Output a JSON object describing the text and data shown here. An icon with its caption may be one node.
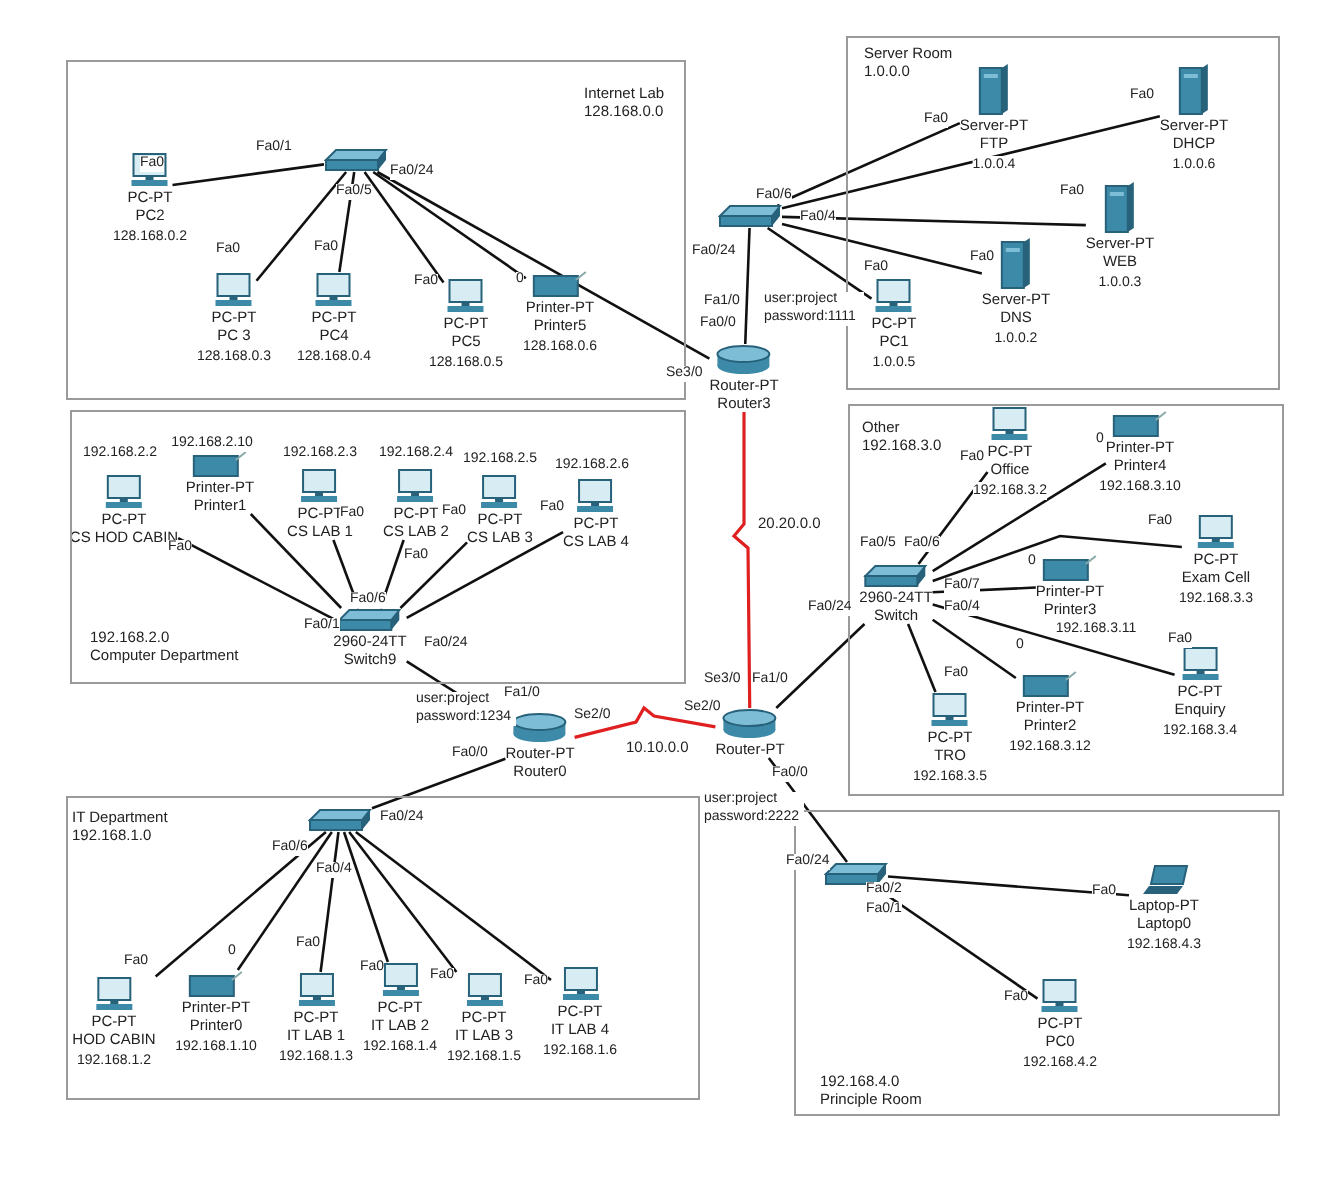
{
  "diagram": {
    "nodes": [
      {
        "text": [
          "Internet Lab",
          "128.168.0.0"
        ]
      },
      {
        "text": [
          "Server Room",
          "1.0.0.0"
        ]
      },
      {
        "text": [
          "192.168.2.0",
          "Computer Department"
        ]
      },
      {
        "text": [
          "Other",
          "192.168.3.0"
        ]
      },
      {
        "text": [
          "IT Department",
          "192.168.1.0"
        ]
      },
      {
        "text": [
          "192.168.4.0",
          "Principle Room"
        ]
      },
      {
        "text": [],
        "shape": "switch",
        "in": 0
      },
      {
        "text": [
          "PC-PT",
          "PC2"
        ],
        "beside": [
          "128.168.0.2"
        ],
        "in": 0
      },
      {
        "text": [
          "PC-PT",
          "PC 3"
        ],
        "beside": [
          "128.168.0.3"
        ],
        "in": 0
      },
      {
        "text": [
          "PC-PT",
          "PC4"
        ],
        "beside": [
          "128.168.0.4"
        ],
        "in": 0
      },
      {
        "text": [
          "PC-PT",
          "PC5"
        ],
        "beside": [
          "128.168.0.5"
        ],
        "in": 0
      },
      {
        "text": [
          "Printer-PT",
          "Printer5"
        ],
        "beside": [
          "128.168.0.6"
        ],
        "in": 0
      },
      {
        "text": [],
        "shape": "switch"
      },
      {
        "text": [
          "Server-PT",
          "FTP"
        ],
        "beside": [
          "1.0.0.4"
        ],
        "in": 1
      },
      {
        "text": [
          "Server-PT",
          "DHCP"
        ],
        "beside": [
          "1.0.0.6"
        ],
        "in": 1
      },
      {
        "text": [
          "Server-PT",
          "WEB"
        ],
        "beside": [
          "1.0.0.3"
        ],
        "in": 1
      },
      {
        "text": [
          "Server-PT",
          "DNS"
        ],
        "beside": [
          "1.0.0.2"
        ],
        "in": 1
      },
      {
        "text": [
          "PC-PT",
          "PC1"
        ],
        "beside": [
          "1.0.0.5"
        ],
        "in": 1
      },
      {
        "text": [
          "Router-PT",
          "Router3"
        ],
        "beside": [
          "user:project password:1111"
        ]
      },
      {
        "text": [
          "2960-24TT",
          "Switch9"
        ],
        "in": 2
      },
      {
        "text": [
          "PC-PT",
          "CS HOD CABIN"
        ],
        "beside": [
          "192.168.2.2"
        ],
        "in": 2
      },
      {
        "text": [
          "Printer-PT",
          "Printer1"
        ],
        "beside": [
          "192.168.2.10"
        ],
        "in": 2
      },
      {
        "text": [
          "PC-PT",
          "CS LAB 1"
        ],
        "beside": [
          "192.168.2.3"
        ],
        "in": 2
      },
      {
        "text": [
          "PC-PT",
          "CS LAB 2"
        ],
        "beside": [
          "192.168.2.4"
        ],
        "in": 2
      },
      {
        "text": [
          "PC-PT",
          "CS LAB 3"
        ],
        "beside": [
          "192.168.2.5"
        ],
        "in": 2
      },
      {
        "text": [
          "PC-PT",
          "CS LAB 4"
        ],
        "beside": [
          "192.168.2.6"
        ],
        "in": 2
      },
      {
        "text": [
          "Router-PT",
          "Router0"
        ],
        "beside": [
          "user:project password:1234"
        ]
      },
      {
        "text": [
          "Router-PT"
        ],
        "beside": [
          "user:project password:2222"
        ]
      },
      {
        "text": [
          "2960-24TT",
          "Switch"
        ],
        "in": 3
      },
      {
        "text": [
          "PC-PT",
          "Office"
        ],
        "beside": [
          "192.168.3.2"
        ],
        "in": 3
      },
      {
        "text": [
          "Printer-PT",
          "Printer4"
        ],
        "beside": [
          "192.168.3.10"
        ],
        "in": 3
      },
      {
        "text": [
          "PC-PT",
          "Exam Cell"
        ],
        "beside": [
          "192.168.3.3"
        ],
        "in": 3
      },
      {
        "text": [
          "Printer-PT",
          "Printer3"
        ],
        "beside": [
          "192.168.3.11"
        ],
        "in": 3
      },
      {
        "text": [
          "PC-PT",
          "Enquiry"
        ],
        "beside": [
          "192.168.3.4"
        ],
        "in": 3
      },
      {
        "text": [
          "Printer-PT",
          "Printer2"
        ],
        "beside": [
          "192.168.3.12"
        ],
        "in": 3
      },
      {
        "text": [
          "PC-PT",
          "TRO"
        ],
        "beside": [
          "192.168.3.5"
        ],
        "in": 3
      },
      {
        "text": [],
        "shape": "switch",
        "in": 4
      },
      {
        "text": [
          "PC-PT",
          "HOD CABIN"
        ],
        "beside": [
          "192.168.1.2"
        ],
        "in": 4
      },
      {
        "text": [
          "Printer-PT",
          "Printer0"
        ],
        "beside": [
          "192.168.1.10"
        ],
        "in": 4
      },
      {
        "text": [
          "PC-PT",
          "IT LAB 1"
        ],
        "beside": [
          "192.168.1.3"
        ],
        "in": 4
      },
      {
        "text": [
          "PC-PT",
          "IT LAB 2"
        ],
        "beside": [
          "192.168.1.4"
        ],
        "in": 4
      },
      {
        "text": [
          "PC-PT",
          "IT LAB 3"
        ],
        "beside": [
          "192.168.1.5"
        ],
        "in": 4
      },
      {
        "text": [
          "PC-PT",
          "IT LAB 4"
        ],
        "beside": [
          "192.168.1.6"
        ],
        "in": 4
      },
      {
        "text": [],
        "shape": "switch",
        "in": 5
      },
      {
        "text": [
          "Laptop-PT",
          "Laptop0"
        ],
        "beside": [
          "192.168.4.3"
        ],
        "in": 5
      },
      {
        "text": [
          "PC-PT",
          "PC0"
        ],
        "beside": [
          "192.168.4.2"
        ],
        "in": 5
      }
    ],
    "edges": [
      {
        "from": 6,
        "to": 7,
        "arrow": "none"
      },
      {
        "from": 6,
        "to": 8,
        "arrow": "none"
      },
      {
        "from": 6,
        "to": 9,
        "arrow": "none"
      },
      {
        "from": 6,
        "to": 10,
        "arrow": "none"
      },
      {
        "from": 6,
        "to": 11,
        "arrow": "none"
      },
      {
        "from": 6,
        "to": 18,
        "arrow": "none"
      },
      {
        "from": 12,
        "to": 13,
        "arrow": "none"
      },
      {
        "from": 12,
        "to": 14,
        "arrow": "none"
      },
      {
        "from": 12,
        "to": 15,
        "arrow": "none"
      },
      {
        "from": 12,
        "to": 16,
        "arrow": "none"
      },
      {
        "from": 12,
        "to": 17,
        "arrow": "none"
      },
      {
        "from": 12,
        "to": 18,
        "arrow": "none"
      },
      {
        "from": 19,
        "to": 20,
        "arrow": "none"
      },
      {
        "from": 19,
        "to": 21,
        "arrow": "none"
      },
      {
        "from": 19,
        "to": 22,
        "arrow": "none"
      },
      {
        "from": 19,
        "to": 23,
        "arrow": "none"
      },
      {
        "from": 19,
        "to": 24,
        "arrow": "none"
      },
      {
        "from": 19,
        "to": 25,
        "arrow": "none"
      },
      {
        "from": 19,
        "to": 26,
        "arrow": "none"
      },
      {
        "from": 18,
        "to": 27,
        "arrow": "none",
        "label": "20.20.0.0",
        "color": "#e02020"
      },
      {
        "from": 26,
        "to": 27,
        "arrow": "none",
        "label": "10.10.0.0",
        "color": "#e02020"
      },
      {
        "from": 27,
        "to": 28,
        "arrow": "none"
      },
      {
        "from": 28,
        "to": 29,
        "arrow": "none"
      },
      {
        "from": 28,
        "to": 30,
        "arrow": "none"
      },
      {
        "from": 28,
        "to": 31,
        "arrow": "none"
      },
      {
        "from": 28,
        "to": 32,
        "arrow": "none"
      },
      {
        "from": 28,
        "to": 33,
        "arrow": "none"
      },
      {
        "from": 28,
        "to": 34,
        "arrow": "none"
      },
      {
        "from": 28,
        "to": 35,
        "arrow": "none"
      },
      {
        "from": 26,
        "to": 36,
        "arrow": "none"
      },
      {
        "from": 36,
        "to": 37,
        "arrow": "none"
      },
      {
        "from": 36,
        "to": 38,
        "arrow": "none"
      },
      {
        "from": 36,
        "to": 39,
        "arrow": "none"
      },
      {
        "from": 36,
        "to": 40,
        "arrow": "none"
      },
      {
        "from": 36,
        "to": 41,
        "arrow": "none"
      },
      {
        "from": 36,
        "to": 42,
        "arrow": "none"
      },
      {
        "from": 27,
        "to": 43,
        "arrow": "none"
      },
      {
        "from": 43,
        "to": 44,
        "arrow": "none"
      },
      {
        "from": 43,
        "to": 45,
        "arrow": "none"
      }
    ],
    "labels": [
      "Fa0",
      "Fa0/1",
      "Fa0/24",
      "Fa0/5",
      "Fa0",
      "Fa0",
      "Fa0",
      "0",
      "Fa0/6",
      "Fa0/4",
      "Fa0/24",
      "Fa1/0",
      "Fa0/0",
      "Se3/0",
      "Fa0",
      "Fa0",
      "Fa0",
      "Fa0",
      "Fa0",
      "Fa0",
      "Fa0",
      "Fa0",
      "Fa0",
      "Fa0",
      "Fa0/6",
      "Fa0/1",
      "Fa0/24",
      "Fa1/0",
      "Se2/0",
      "Fa0/0",
      "Se3/0",
      "Fa1/0",
      "Se2/0",
      "Fa0/0",
      "Fa0/24",
      "Fa0/5",
      "Fa0/6",
      "Fa0/7",
      "Fa0/4",
      "Fa0",
      "0",
      "Fa0",
      "0",
      "Fa0",
      "0",
      "Fa0",
      "Fa0/24",
      "Fa0/6",
      "Fa0/4",
      "Fa0",
      "0",
      "Fa0",
      "Fa0",
      "Fa0",
      "Fa0",
      "Fa0/24",
      "Fa0/2",
      "Fa0/1",
      "Fa0",
      "Fa0"
    ]
  }
}
